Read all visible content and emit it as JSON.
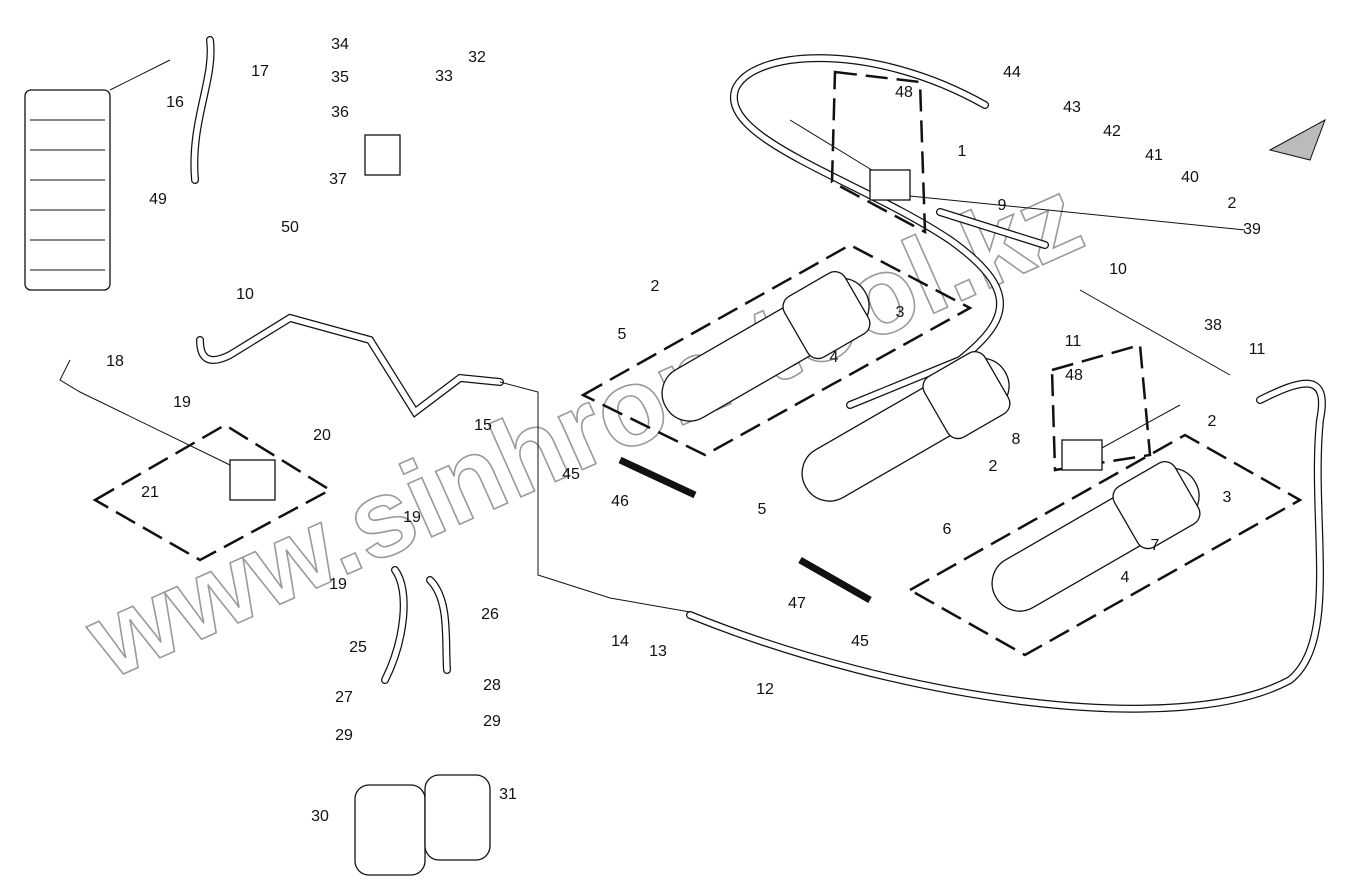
{
  "watermark": "www.sinhron-tool.kz",
  "callouts": [
    "34",
    "35",
    "36",
    "37",
    "32",
    "33",
    "16",
    "17",
    "49",
    "50",
    "10",
    "18",
    "19",
    "20",
    "21",
    "15",
    "19",
    "19",
    "25",
    "26",
    "27",
    "28",
    "29",
    "29",
    "30",
    "31",
    "14",
    "13",
    "12",
    "45",
    "46",
    "5",
    "2",
    "3",
    "4",
    "5",
    "44",
    "43",
    "42",
    "41",
    "40",
    "48",
    "1",
    "9",
    "2",
    "39",
    "10",
    "11",
    "38",
    "11",
    "48",
    "8",
    "2",
    "2",
    "3",
    "7",
    "6",
    "4",
    "47",
    "45"
  ]
}
